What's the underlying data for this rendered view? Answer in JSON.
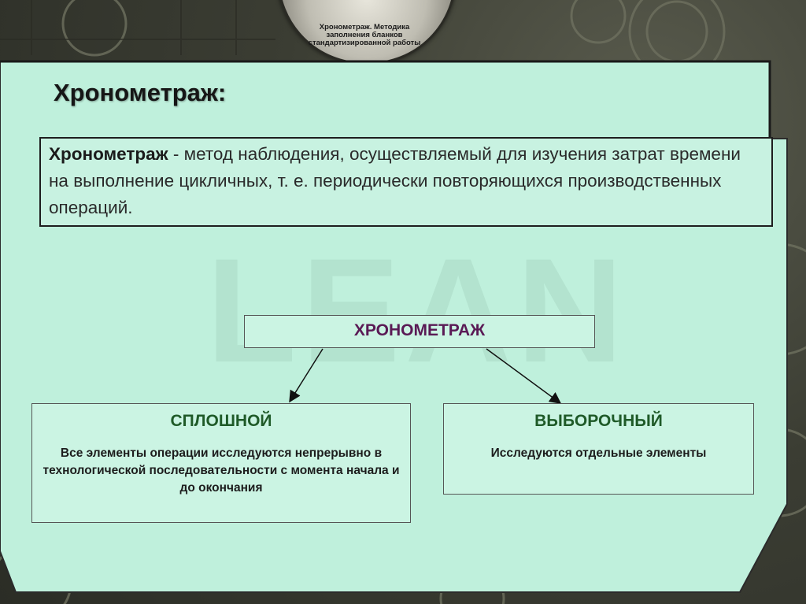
{
  "header": {
    "medallion_text": "Хронометраж. Методика заполнения бланков стандартизированной работы"
  },
  "slide": {
    "title": "Хронометраж:",
    "definition_term": "Хронометраж",
    "definition_rest": " - метод наблюдения, осуществляемый для изучения затрат времени на выполнение цикличных, т. е. периодически повторяющихся производственных операций.",
    "watermark": "LEAN"
  },
  "diagram": {
    "root": "ХРОНОМЕТРАЖ",
    "children": [
      {
        "title": "СПЛОШНОЙ",
        "description": "Все элементы операции исследуются непрерывно в технологической последовательности с момента начала и до окончания"
      },
      {
        "title": "ВЫБОРОЧНЫЙ",
        "description": "Исследуются отдельные элементы"
      }
    ]
  },
  "colors": {
    "panel": "#bff0dc",
    "root_text": "#5a1a55",
    "category_text": "#1f5a28",
    "background": "#3a3d33"
  }
}
